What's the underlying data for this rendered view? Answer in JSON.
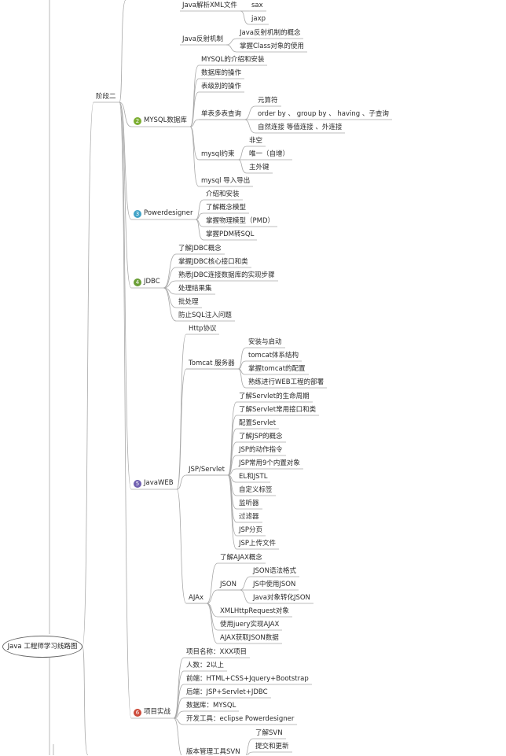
{
  "root": "Java 工程师学习线路图",
  "stage": "阶段二",
  "xml_group": {
    "label": "Java解析XML文件",
    "children": [
      "sax",
      "jaxp"
    ]
  },
  "reflect_group": {
    "label": "Java反射机制",
    "children": [
      "Java反射机制的概念",
      "掌握Class对象的使用"
    ]
  },
  "mysql": {
    "num": "2",
    "label": "MYSQL数据库",
    "color": "#7cae32",
    "children": [
      "MYSQL的介绍和安装",
      "数据库的操作",
      "表级别的操作"
    ],
    "query": {
      "label": "单表多表查询",
      "children": [
        "元算符",
        "order by 、 group by 、 having 、子查询",
        "自然连接 等值连接 、外连接"
      ]
    },
    "constraint": {
      "label": "mysql约束",
      "children": [
        "非空",
        "唯一（自增）",
        "主外键"
      ]
    },
    "import": "mysql 导入导出"
  },
  "powerdesigner": {
    "num": "3",
    "label": "Powerdesigner",
    "color": "#42a3c7",
    "children": [
      "介绍和安装",
      "了解概念模型",
      "掌握物理模型（PMD）",
      "掌握PDM转SQL"
    ]
  },
  "jdbc": {
    "num": "4",
    "label": "JDBC",
    "color": "#6a9e36",
    "children": [
      "了解JDBC概念",
      "掌握JDBC核心接口和类",
      "熟悉JDBC连接数据库的实现步骤",
      "处理结果集",
      "批处理",
      "防止SQL注入问题"
    ]
  },
  "javaweb": {
    "num": "5",
    "label": "JavaWEB",
    "color": "#6f5fb0",
    "http": "Http协议",
    "tomcat": {
      "label": "Tomcat 服务器",
      "children": [
        "安装与启动",
        "tomcat体系结构",
        "掌握tomcat的配置",
        "熟练进行WEB工程的部署"
      ]
    },
    "jsp": {
      "label": "JSP/Servlet",
      "children": [
        "了解Servlet的生命周期",
        "了解Servlet常用接口和类",
        "配置Servlet",
        "了解JSP的概念",
        "JSP的动作指令",
        "JSP常用9个内置对象",
        "EL和JSTL",
        "自定义标签",
        "监听器",
        "过滤器",
        "JSP分页",
        "JSP上传文件"
      ]
    },
    "ajax": {
      "label": "AJAx",
      "first": "了解AJAX概念",
      "json": {
        "label": "JSON",
        "children": [
          "JSON语法格式",
          "JS中使用JSON",
          "Java对象转化JSON"
        ]
      },
      "rest": [
        "XMLHttpRequest对象",
        "使用juery实现AJAX",
        "AJAX获取JSON数据"
      ]
    }
  },
  "project": {
    "num": "6",
    "label": "项目实战",
    "color": "#cc4a3a",
    "children": [
      "项目名称：XXX项目",
      "人数：2以上",
      "前端：HTML+CSS+Jquery+Bootstrap",
      "后端：JSP+Servlet+JDBC",
      "数据库：MYSQL",
      "开发工具：eclipse  Powerdesigner"
    ],
    "svn": {
      "label": "版本管理工具SVN",
      "children": [
        "了解SVN",
        "提交和更新"
      ]
    }
  }
}
